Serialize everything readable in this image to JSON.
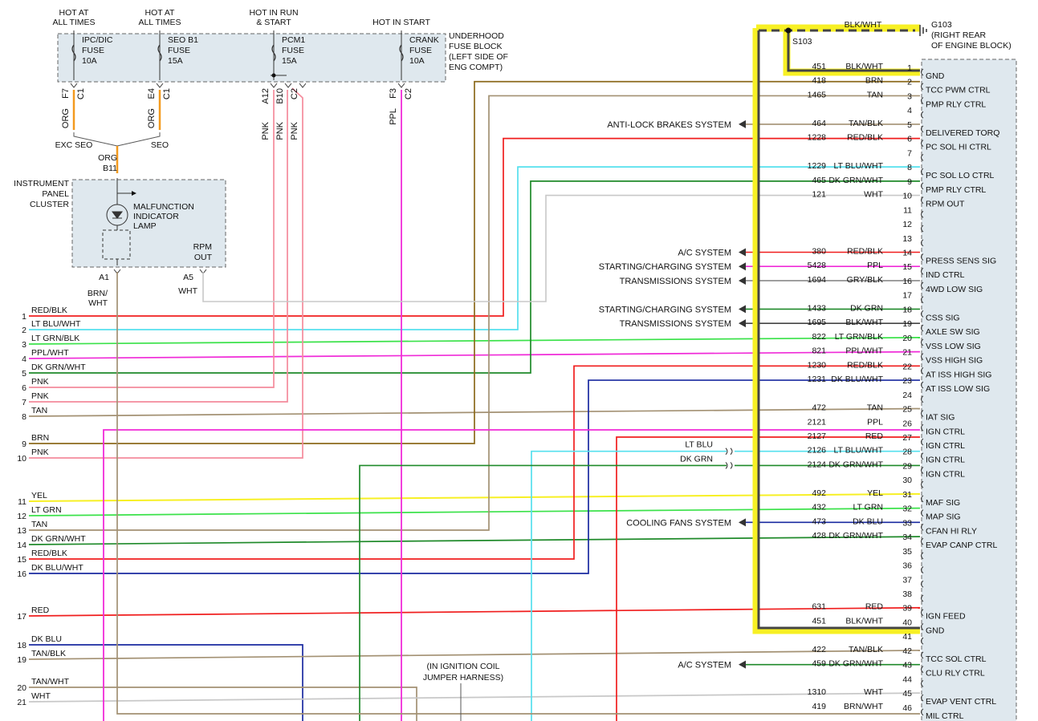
{
  "fuse_block": {
    "labels": {
      "hot1": [
        "HOT AT",
        "ALL TIMES"
      ],
      "hot2": [
        "HOT AT",
        "ALL TIMES"
      ],
      "hot3": [
        "HOT IN RUN",
        "& START"
      ],
      "hot4": [
        "HOT IN START"
      ],
      "block": [
        "UNDERHOOD",
        "FUSE BLOCK",
        "(LEFT SIDE OF",
        "ENG COMPT)"
      ]
    },
    "fuses": [
      {
        "name": [
          "IPC/DIC",
          "FUSE",
          "10A"
        ],
        "pin": "F7",
        "conn": "C1",
        "wire": "ORG"
      },
      {
        "name": [
          "SEO B1",
          "FUSE",
          "15A"
        ],
        "pin": "E4",
        "conn": "C1",
        "wire": "ORG"
      },
      {
        "name": [
          "PCM1",
          "FUSE",
          "15A"
        ],
        "pins": [
          "A12",
          "B10",
          "C2"
        ],
        "wires": [
          "PNK",
          "PNK",
          "PNK"
        ]
      },
      {
        "name": [
          "CRANK",
          "FUSE",
          "10A"
        ],
        "pin": "F3",
        "conn": "C2",
        "wire": "PPL"
      }
    ],
    "exc_seo": "EXC SEO",
    "seo": "SEO"
  },
  "cluster": {
    "wire_top": "ORG",
    "pin_top": "B11",
    "label": [
      "INSTRUMENT",
      "PANEL",
      "CLUSTER"
    ],
    "lamp": [
      "MALFUNCTION",
      "INDICATOR",
      "LAMP"
    ],
    "rpm": [
      "RPM",
      "OUT"
    ],
    "pin_a1": "A1",
    "pin_a5": "A5",
    "a1_wire": [
      "BRN/",
      "WHT"
    ],
    "a5_wire": "WHT"
  },
  "ground": {
    "wire": "BLK/WHT",
    "splice": "S103",
    "label": [
      "G103",
      "(RIGHT REAR",
      "OF ENGINE BLOCK)"
    ]
  },
  "systems": {
    "abs": "ANTI-LOCK BRAKES SYSTEM",
    "ac": "A/C SYSTEM",
    "start_charge": "STARTING/CHARGING SYSTEM",
    "trans": "TRANSMISSIONS SYSTEM",
    "cooling": "COOLING FANS SYSTEM"
  },
  "jumper": [
    "(IN IGNITION COIL",
    "JUMPER HARNESS)"
  ],
  "coil_wires": {
    "lt_blu": "LT BLU",
    "dk_grn": "DK GRN"
  },
  "left_wires": [
    {
      "n": "1",
      "c": "RED/BLK"
    },
    {
      "n": "2",
      "c": "LT BLU/WHT"
    },
    {
      "n": "3",
      "c": "LT GRN/BLK"
    },
    {
      "n": "4",
      "c": "PPL/WHT"
    },
    {
      "n": "5",
      "c": "DK GRN/WHT"
    },
    {
      "n": "6",
      "c": "PNK"
    },
    {
      "n": "7",
      "c": "PNK"
    },
    {
      "n": "8",
      "c": "TAN"
    },
    {
      "n": "9",
      "c": "BRN"
    },
    {
      "n": "10",
      "c": "PNK"
    },
    {
      "n": "11",
      "c": "YEL"
    },
    {
      "n": "12",
      "c": "LT GRN"
    },
    {
      "n": "13",
      "c": "TAN"
    },
    {
      "n": "14",
      "c": "DK GRN/WHT"
    },
    {
      "n": "15",
      "c": "RED/BLK"
    },
    {
      "n": "16",
      "c": "DK BLU/WHT"
    },
    {
      "n": "17",
      "c": "RED"
    },
    {
      "n": "18",
      "c": "DK BLU"
    },
    {
      "n": "19",
      "c": "TAN/BLK"
    },
    {
      "n": "20",
      "c": "TAN/WHT"
    },
    {
      "n": "21",
      "c": "WHT"
    }
  ],
  "pcm_pins": [
    {
      "p": "1",
      "circ": "451",
      "c": "BLK/WHT",
      "f": "GND"
    },
    {
      "p": "2",
      "circ": "418",
      "c": "BRN",
      "f": "TCC PWM CTRL"
    },
    {
      "p": "3",
      "circ": "1465",
      "c": "TAN",
      "f": "PMP RLY CTRL"
    },
    {
      "p": "4",
      "circ": "",
      "c": "",
      "f": ""
    },
    {
      "p": "5",
      "circ": "464",
      "c": "TAN/BLK",
      "f": "DELIVERED TORQ"
    },
    {
      "p": "6",
      "circ": "1228",
      "c": "RED/BLK",
      "f": "PC SOL HI CTRL"
    },
    {
      "p": "7",
      "circ": "",
      "c": "",
      "f": ""
    },
    {
      "p": "8",
      "circ": "1229",
      "c": "LT BLU/WHT",
      "f": "PC SOL LO CTRL"
    },
    {
      "p": "9",
      "circ": "465",
      "c": "DK GRN/WHT",
      "f": "PMP RLY CTRL"
    },
    {
      "p": "10",
      "circ": "121",
      "c": "WHT",
      "f": "RPM OUT"
    },
    {
      "p": "11",
      "circ": "",
      "c": "",
      "f": ""
    },
    {
      "p": "12",
      "circ": "",
      "c": "",
      "f": ""
    },
    {
      "p": "13",
      "circ": "",
      "c": "",
      "f": ""
    },
    {
      "p": "14",
      "circ": "380",
      "c": "RED/BLK",
      "f": "PRESS SENS SIG"
    },
    {
      "p": "15",
      "circ": "5428",
      "c": "PPL",
      "f": "IND CTRL"
    },
    {
      "p": "16",
      "circ": "1694",
      "c": "GRY/BLK",
      "f": "4WD LOW SIG"
    },
    {
      "p": "17",
      "circ": "",
      "c": "",
      "f": ""
    },
    {
      "p": "18",
      "circ": "1433",
      "c": "DK GRN",
      "f": "CSS SIG"
    },
    {
      "p": "19",
      "circ": "1695",
      "c": "BLK/WHT",
      "f": "AXLE SW SIG"
    },
    {
      "p": "20",
      "circ": "822",
      "c": "LT GRN/BLK",
      "f": "VSS LOW SIG"
    },
    {
      "p": "21",
      "circ": "821",
      "c": "PPL/WHT",
      "f": "VSS HIGH SIG"
    },
    {
      "p": "22",
      "circ": "1230",
      "c": "RED/BLK",
      "f": "AT ISS HIGH SIG"
    },
    {
      "p": "23",
      "circ": "1231",
      "c": "DK BLU/WHT",
      "f": "AT ISS LOW SIG"
    },
    {
      "p": "24",
      "circ": "",
      "c": "",
      "f": ""
    },
    {
      "p": "25",
      "circ": "472",
      "c": "TAN",
      "f": "IAT SIG"
    },
    {
      "p": "26",
      "circ": "2121",
      "c": "PPL",
      "f": "IGN CTRL"
    },
    {
      "p": "27",
      "circ": "2127",
      "c": "RED",
      "f": "IGN CTRL"
    },
    {
      "p": "28",
      "circ": "2126",
      "c": "LT BLU/WHT",
      "f": "IGN CTRL"
    },
    {
      "p": "29",
      "circ": "2124",
      "c": "DK GRN/WHT",
      "f": "IGN CTRL"
    },
    {
      "p": "30",
      "circ": "",
      "c": "",
      "f": ""
    },
    {
      "p": "31",
      "circ": "492",
      "c": "YEL",
      "f": "MAF SIG"
    },
    {
      "p": "32",
      "circ": "432",
      "c": "LT GRN",
      "f": "MAP SIG"
    },
    {
      "p": "33",
      "circ": "473",
      "c": "DK BLU",
      "f": "CFAN HI RLY"
    },
    {
      "p": "34",
      "circ": "428",
      "c": "DK GRN/WHT",
      "f": "EVAP CANP CTRL"
    },
    {
      "p": "35",
      "circ": "",
      "c": "",
      "f": ""
    },
    {
      "p": "36",
      "circ": "",
      "c": "",
      "f": ""
    },
    {
      "p": "37",
      "circ": "",
      "c": "",
      "f": ""
    },
    {
      "p": "38",
      "circ": "",
      "c": "",
      "f": ""
    },
    {
      "p": "39",
      "circ": "631",
      "c": "RED",
      "f": "IGN FEED"
    },
    {
      "p": "40",
      "circ": "451",
      "c": "BLK/WHT",
      "f": "GND"
    },
    {
      "p": "41",
      "circ": "",
      "c": "",
      "f": ""
    },
    {
      "p": "42",
      "circ": "422",
      "c": "TAN/BLK",
      "f": "TCC SOL CTRL"
    },
    {
      "p": "43",
      "circ": "459",
      "c": "DK GRN/WHT",
      "f": "CLU RLY CTRL"
    },
    {
      "p": "44",
      "circ": "",
      "c": "",
      "f": ""
    },
    {
      "p": "45",
      "circ": "1310",
      "c": "WHT",
      "f": "EVAP VENT CTRL"
    },
    {
      "p": "46",
      "circ": "419",
      "c": "BRN/WHT",
      "f": "MIL CTRL"
    }
  ]
}
